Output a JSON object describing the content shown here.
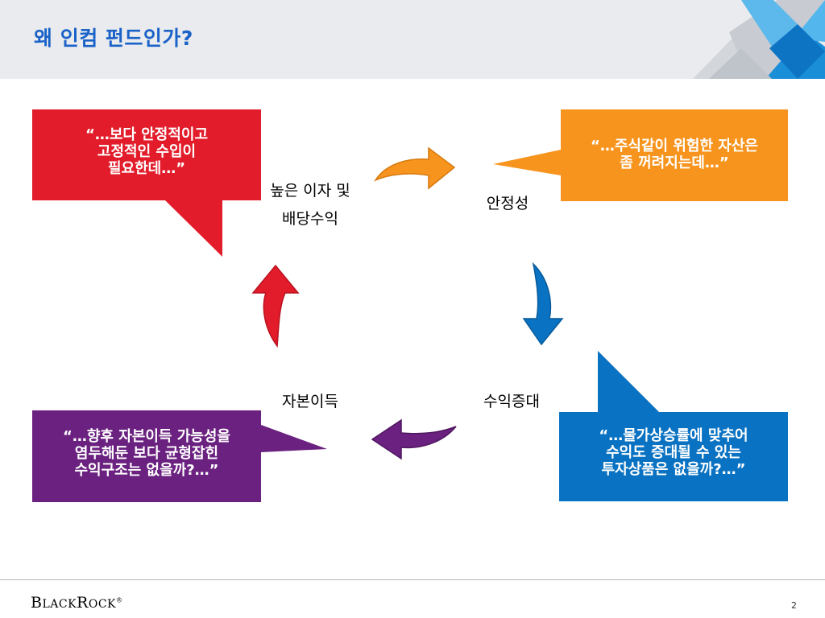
{
  "slide": {
    "title": "왜 인컴 펀드인가?",
    "page_number": "2"
  },
  "brand": {
    "logo_text": "BlackRock",
    "logo_big_b": "B",
    "logo_lack": "LACK",
    "logo_big_r": "R",
    "logo_ock": "OCK",
    "logo_mark": "®"
  },
  "cycle_nodes": {
    "income": "높은 이자  및\n배당수익",
    "stability": "안정성",
    "growth": "수익증대",
    "capital": "자본이득"
  },
  "callouts": {
    "red": "“…보다 안정적이고\n고정적인 수입이\n필요한데…”",
    "orange": "“…주식같이 위험한 자산은\n좀 꺼려지는데…”",
    "blue": "“…물가상승률에 맞추어\n수익도 증대될 수 있는\n투자상품은 없을까?…”",
    "purple": "“…향후 자본이득 가능성을\n염두해둔 보다 균형잡힌\n수익구조는 없을까?…”"
  },
  "colors": {
    "red": "#e21c2a",
    "orange": "#f7941d",
    "blue": "#0a72c2",
    "purple": "#6b2180",
    "title": "#1a62c8",
    "header_bg": "#e9ebee"
  }
}
